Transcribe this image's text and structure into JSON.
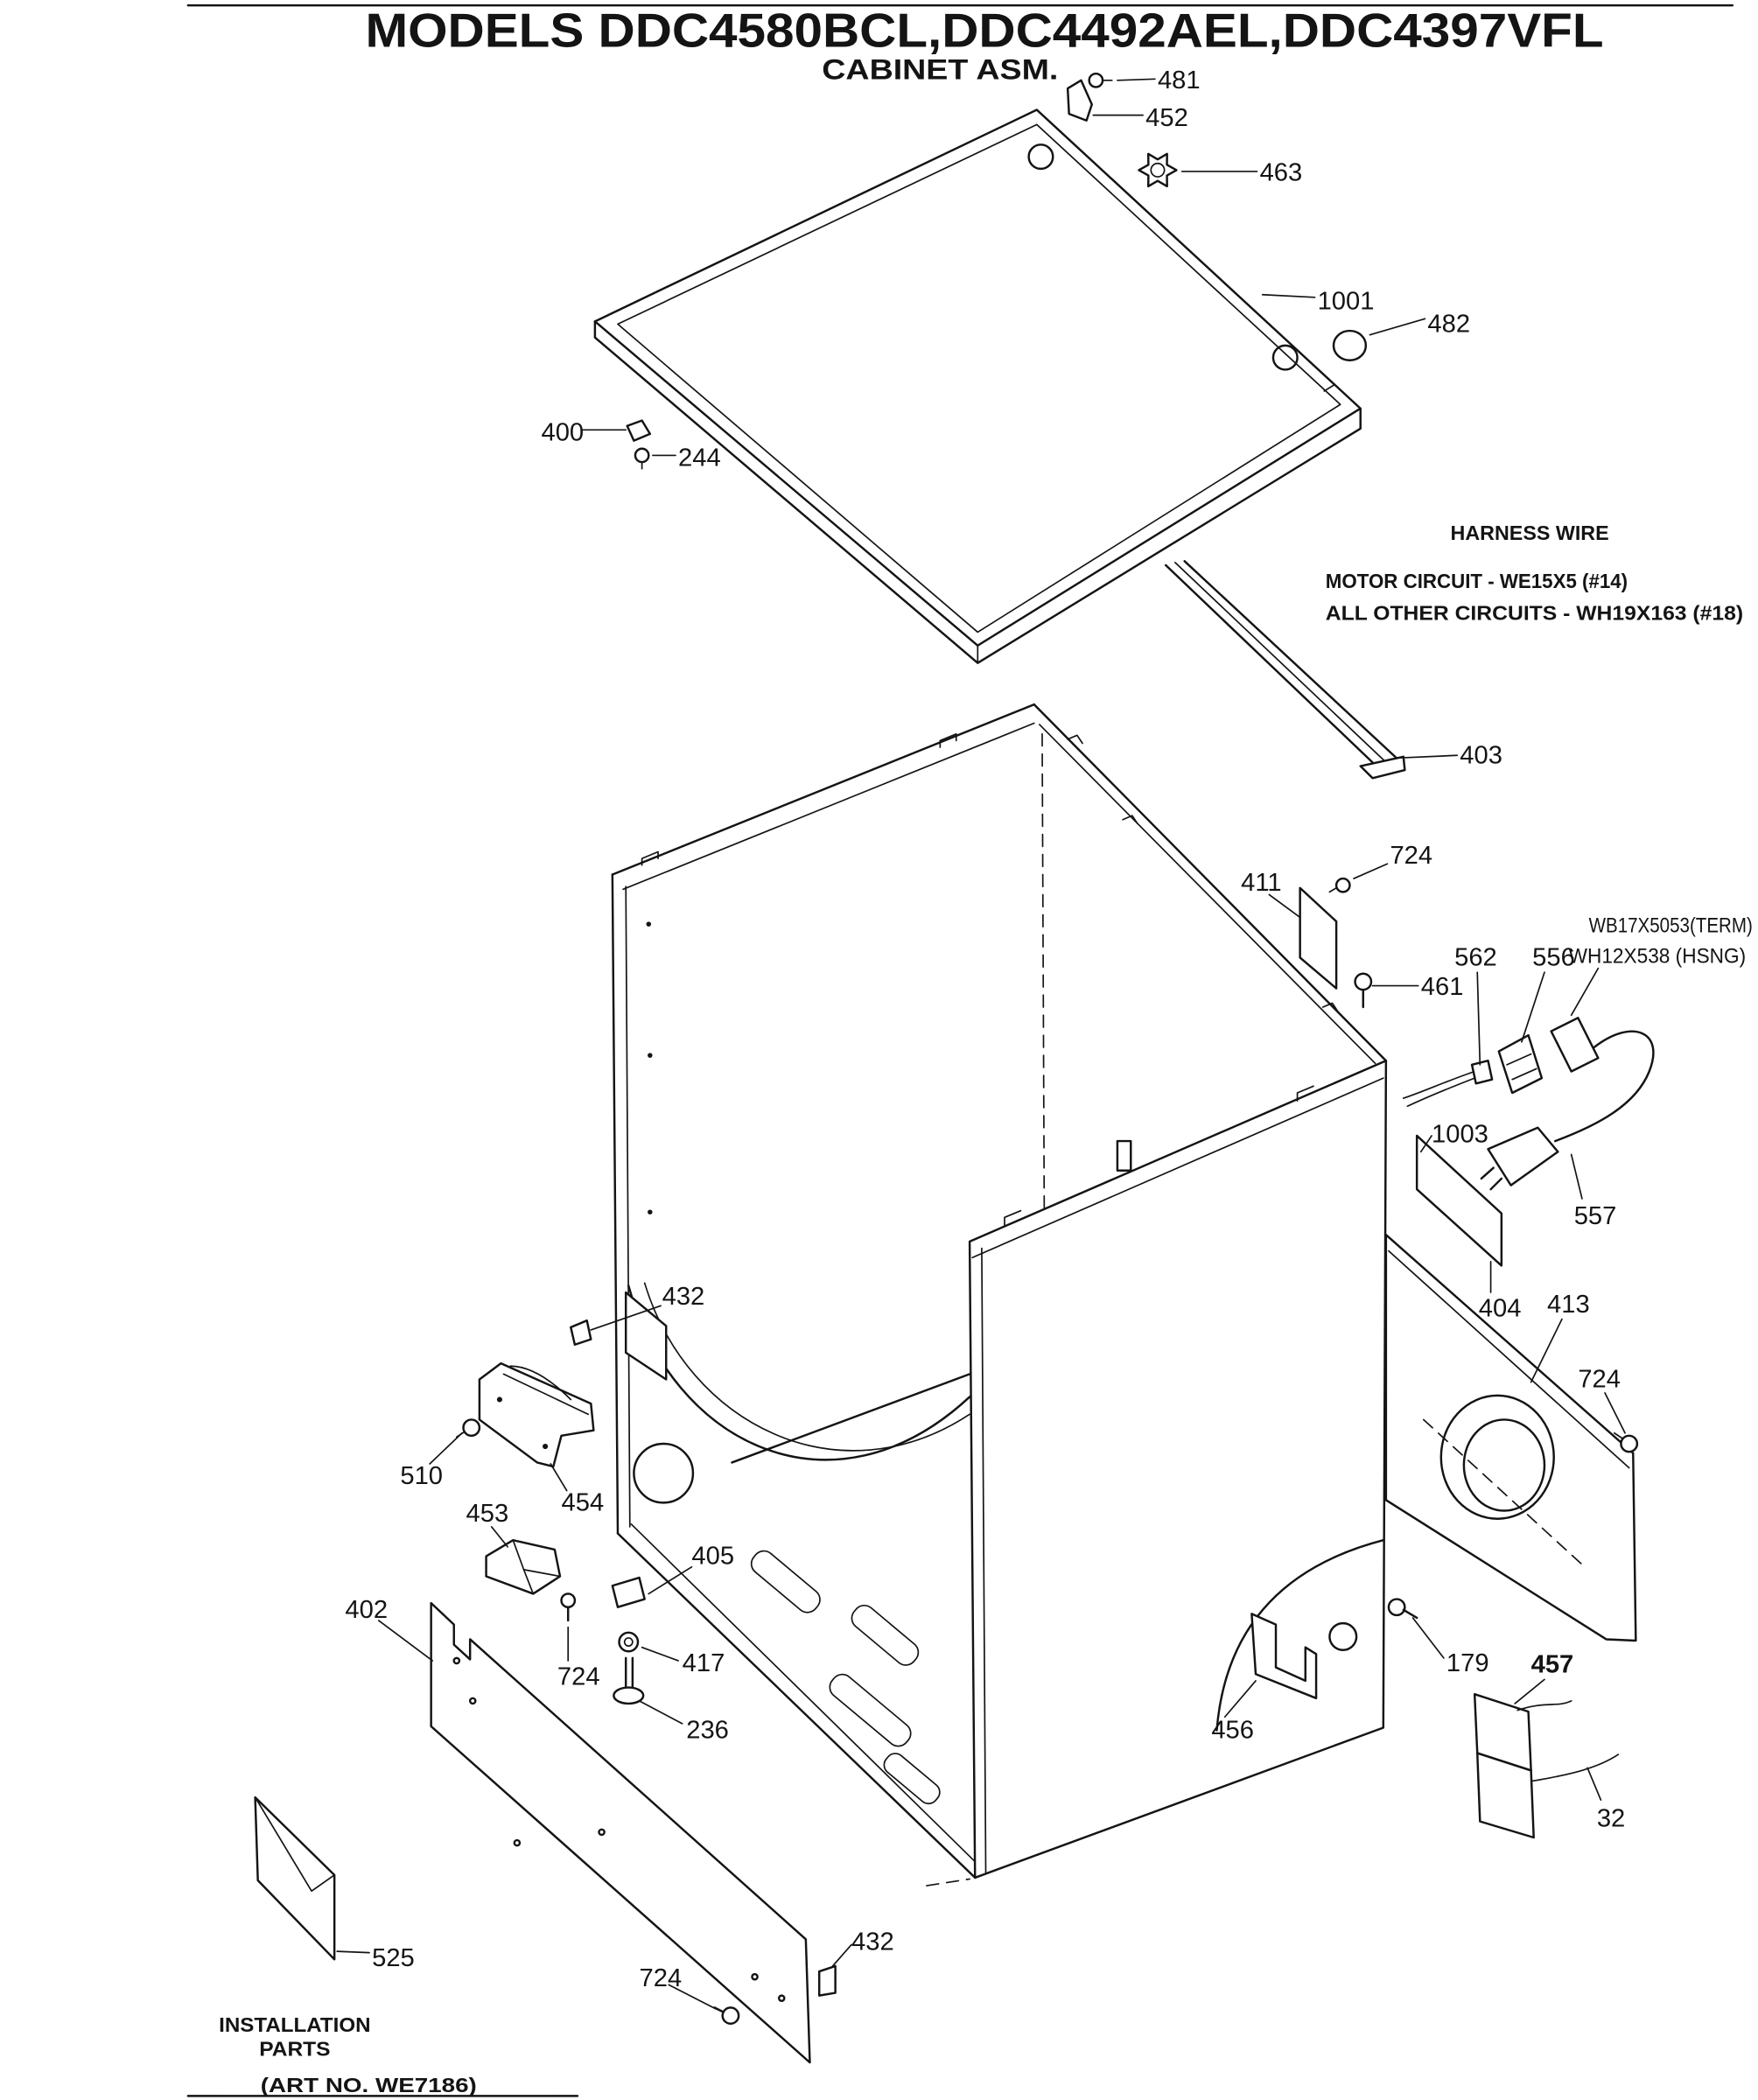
{
  "title": "MODELS DDC4580BCL,DDC4492AEL,DDC4397VFL",
  "subtitle": "CABINET ASM.",
  "harness_wire": {
    "heading": "HARNESS WIRE",
    "motor_circuit": "MOTOR CIRCUIT - WE15X5 (#14)",
    "other_circuits": "ALL OTHER CIRCUITS - WH19X163 (#18)"
  },
  "cord_parts": {
    "terminal": "WB17X5053(TERM)",
    "housing": "WH12X538 (HSNG)"
  },
  "installation": {
    "line1": "INSTALLATION",
    "line2": "PARTS",
    "art_no": "(ART NO. WE7186)"
  },
  "callouts": [
    "481",
    "452",
    "463",
    "1001",
    "482",
    "400",
    "244",
    "403",
    "724",
    "411",
    "461",
    "562",
    "556",
    "1003",
    "557",
    "404",
    "413",
    "724",
    "432",
    "454",
    "510",
    "453",
    "405",
    "402",
    "724",
    "417",
    "236",
    "179",
    "457",
    "456",
    "32",
    "525",
    "432",
    "724"
  ]
}
